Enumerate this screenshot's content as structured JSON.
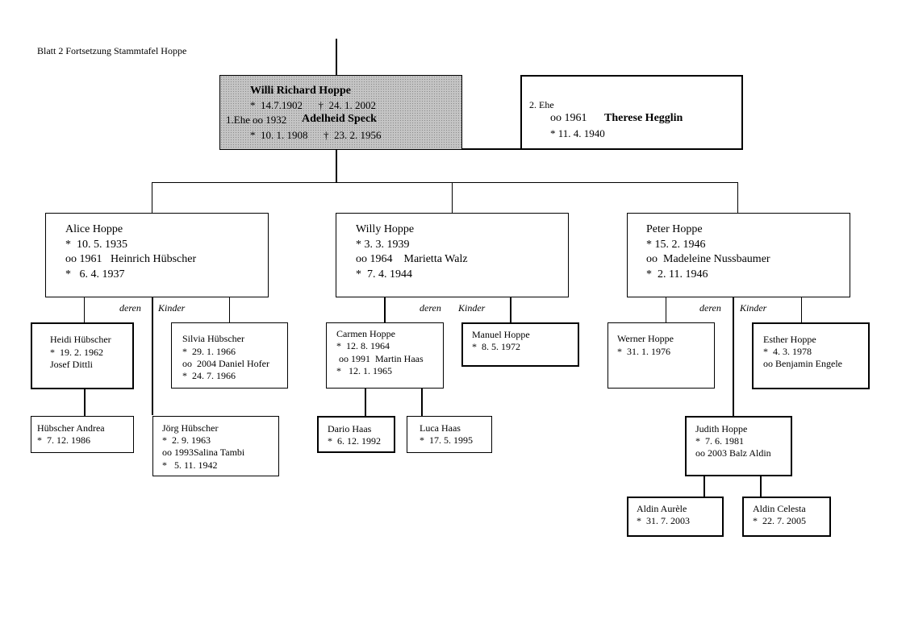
{
  "sheet_title": "Blatt 2 Fortsetzung Stammtafel Hoppe",
  "root": {
    "name": "Willi Richard Hoppe",
    "life": "*  14.7.1902      †  24. 1. 2002",
    "marriage_prefix": "1.Ehe",
    "marriage": "oo  1932",
    "spouse": "Adelheid Speck",
    "spouse_life": "*  10. 1. 1908      †  23. 2. 1956"
  },
  "second_marriage": {
    "label": "2. Ehe",
    "marriage": "oo 1961",
    "spouse": "Therese Hegglin",
    "spouse_life": "*  11. 4. 1940"
  },
  "deren_label": "deren",
  "kinder_label": "Kinder",
  "children": [
    {
      "lines": [
        "Alice Hoppe",
        "*  10. 5. 1935",
        "oo 1961   Heinrich Hübscher",
        "*   6. 4. 1937"
      ]
    },
    {
      "lines": [
        "Willy Hoppe",
        "* 3. 3. 1939",
        "oo 1964    Marietta Walz",
        "*  7. 4. 1944"
      ]
    },
    {
      "lines": [
        "Peter Hoppe",
        "* 15. 2. 1946",
        "oo  Madeleine Nussbaumer",
        "*  2. 11. 1946"
      ]
    }
  ],
  "grandchildren": {
    "heidi": [
      "Heidi Hübscher",
      "*  19. 2. 1962",
      "Josef Dittli"
    ],
    "silvia": [
      "Silvia Hübscher",
      "*  29. 1. 1966",
      "oo  2004 Daniel Hofer",
      "*  24. 7. 1966"
    ],
    "joerg": [
      "Jörg Hübscher",
      "*  2. 9. 1963",
      "oo 1993Salina Tambi",
      "*   5. 11. 1942"
    ],
    "carmen": [
      "Carmen Hoppe",
      "*  12. 8. 1964",
      " oo 1991  Martin Haas",
      "*   12. 1. 1965"
    ],
    "manuel": [
      "Manuel Hoppe",
      "*  8. 5. 1972"
    ],
    "werner": [
      "Werner Hoppe",
      "*  31. 1. 1976"
    ],
    "esther": [
      "Esther Hoppe",
      "*  4. 3. 1978",
      "oo Benjamin Engele"
    ],
    "judith": [
      "Judith Hoppe",
      "*  7. 6. 1981",
      "oo 2003 Balz Aldin"
    ]
  },
  "great_grandchildren": {
    "andrea": [
      "Hübscher Andrea",
      "*  7. 12. 1986"
    ],
    "dario": [
      "Dario Haas",
      "*  6. 12. 1992"
    ],
    "luca": [
      "Luca Haas",
      "*  17. 5. 1995"
    ],
    "aurele": [
      "Aldin Aurèle",
      "*  31. 7. 2003"
    ],
    "celesta": [
      "Aldin Celesta",
      "*  22. 7. 2005"
    ]
  }
}
